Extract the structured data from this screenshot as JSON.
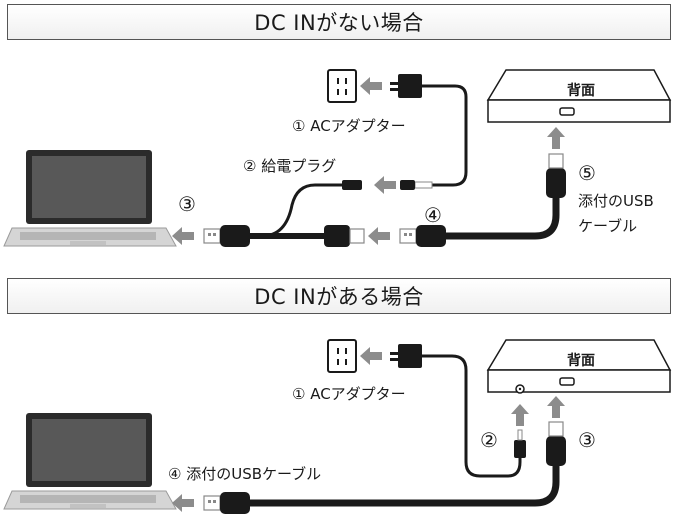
{
  "sections": [
    {
      "title": "DC INがない場合",
      "device_back": "背面",
      "labels": {
        "ac_adapter": "① ACアダプター",
        "power_plug": "② 給電プラグ",
        "n3": "③",
        "n4": "④",
        "n5": "⑤",
        "usb_cable_line1": "添付のUSB",
        "usb_cable_line2": "ケーブル"
      }
    },
    {
      "title": "DC INがある場合",
      "device_back": "背面",
      "labels": {
        "ac_adapter": "① ACアダプター",
        "n2": "②",
        "n3": "③",
        "usb_cable": "④ 添付のUSBケーブル"
      }
    }
  ],
  "colors": {
    "cable": "#1a1a1a",
    "arrow": "#8c8c8c",
    "border": "#555555"
  },
  "icons": [
    "laptop-icon",
    "outlet-icon",
    "ac-adapter-icon",
    "power-plug-icon",
    "usb-connector-icon",
    "hdd-back-icon",
    "arrow-icon"
  ]
}
